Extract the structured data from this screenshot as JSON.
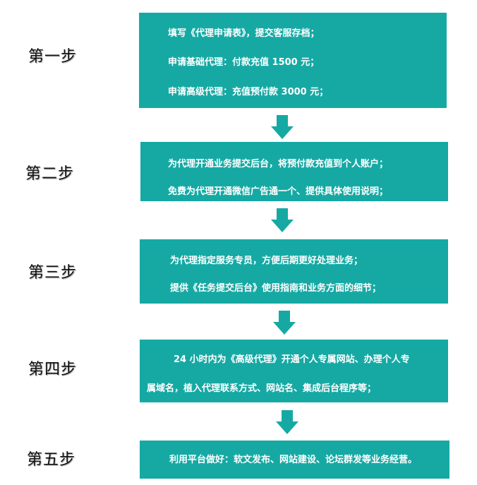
{
  "steps": [
    {
      "label": "第一步",
      "lines": [
        "填写《代理申请表》，提交客服存档；",
        "申请基础代理：付款充值 1500 元；",
        "申请高级代理：充值预付款 3000 元；"
      ]
    },
    {
      "label": "第二步",
      "lines": [
        "为代理开通业务提交后台，将预付款充值到个人账户；",
        "免费为代理开通微信广告通一个、提供具体使用说明；"
      ]
    },
    {
      "label": "第三步",
      "lines": [
        "为代理指定服务专员，方便后期更好处理业务；",
        "提供《任务提交后台》使用指南和业务方面的细节；"
      ]
    },
    {
      "label": "第四步",
      "lines": [
        "24 小时内为《高级代理》开通个人专属网站、办理个人专",
        "属域名，植入代理联系方式、网站名、集成后台程序等；"
      ]
    },
    {
      "label": "第五步",
      "lines": [
        "利用平台做好：软文发布、网站建设、论坛群发等业务经营。"
      ]
    }
  ],
  "colors": {
    "box": "#16a9a4",
    "box_text": "#ffffff",
    "label_text": "#111111"
  },
  "icons": [
    "arrow-down-icon"
  ]
}
